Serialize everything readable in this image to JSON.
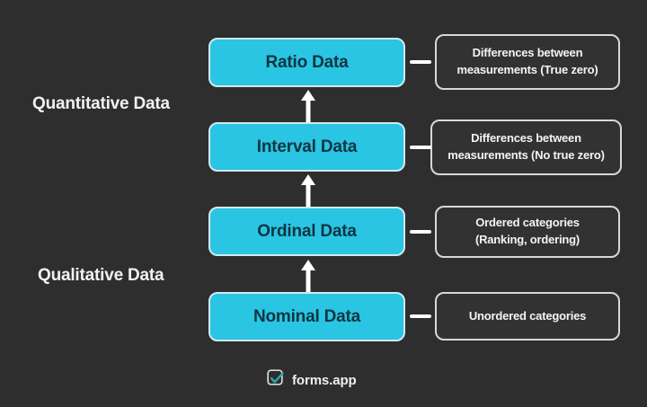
{
  "background_color": "#2e2e2e",
  "accent_color": "#29c5e2",
  "box_text_color": "#103440",
  "labels": {
    "quantitative": "Quantitative Data",
    "qualitative": "Qualitative Data"
  },
  "levels": [
    {
      "key": "ratio",
      "name": "Ratio Data",
      "description": "Differences between\nmeasurements (True zero)"
    },
    {
      "key": "interval",
      "name": "Interval Data",
      "description": "Differences between\nmeasurements (No true zero)"
    },
    {
      "key": "ordinal",
      "name": "Ordinal Data",
      "description": "Ordered categories\n(Ranking, ordering)"
    },
    {
      "key": "nominal",
      "name": "Nominal Data",
      "description": "Unordered categories"
    }
  ],
  "connectors": {
    "arrow_icon": "arrow-up-icon",
    "dash_icon": "horizontal-dash-icon"
  },
  "brand": {
    "name": "forms.app",
    "logo_icon": "forms-app-check-logo-icon"
  }
}
